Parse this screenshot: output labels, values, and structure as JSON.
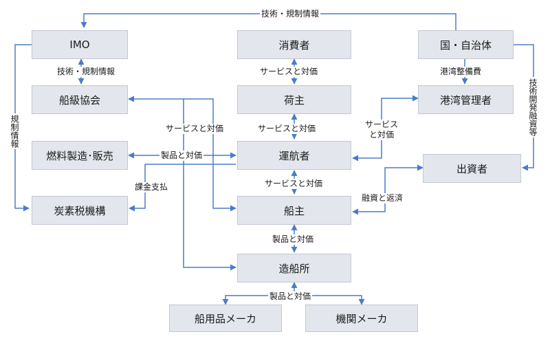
{
  "nodes": {
    "imo": "IMO",
    "consumer": "消費者",
    "state": "国・自治体",
    "classification": "船級協会",
    "shipper": "荷主",
    "port_admin": "港湾管理者",
    "fuel": "燃料製造･販売",
    "operator": "運航者",
    "investor": "出資者",
    "carbon_org": "炭素税機構",
    "shipowner": "船主",
    "shipyard": "造船所",
    "equipment": "船用品メーカ",
    "engine": "機関メーカ"
  },
  "labels": {
    "top_info": "技術・規制情報",
    "imo_class_info": "技術・規制情報",
    "reg_info": "規制情報",
    "port_cost": "港湾整備費",
    "tech_dev_fund": "技術開発融資等",
    "service_consumer": "サービスと対価",
    "service_shipper": "サービスと対価",
    "service_class": "サービスと対価",
    "service_port": "サービス と対価",
    "product_fuel": "製品と対価",
    "levy": "課金支払",
    "loan": "融資と返済",
    "service_owner": "サービスと対価",
    "product_yard": "製品と対価",
    "product_suppliers": "製品と対価"
  },
  "colors": {
    "arrow": "#4a7bc8",
    "node_fill": "#e3e6ec",
    "node_border": "#c2c8d2"
  }
}
